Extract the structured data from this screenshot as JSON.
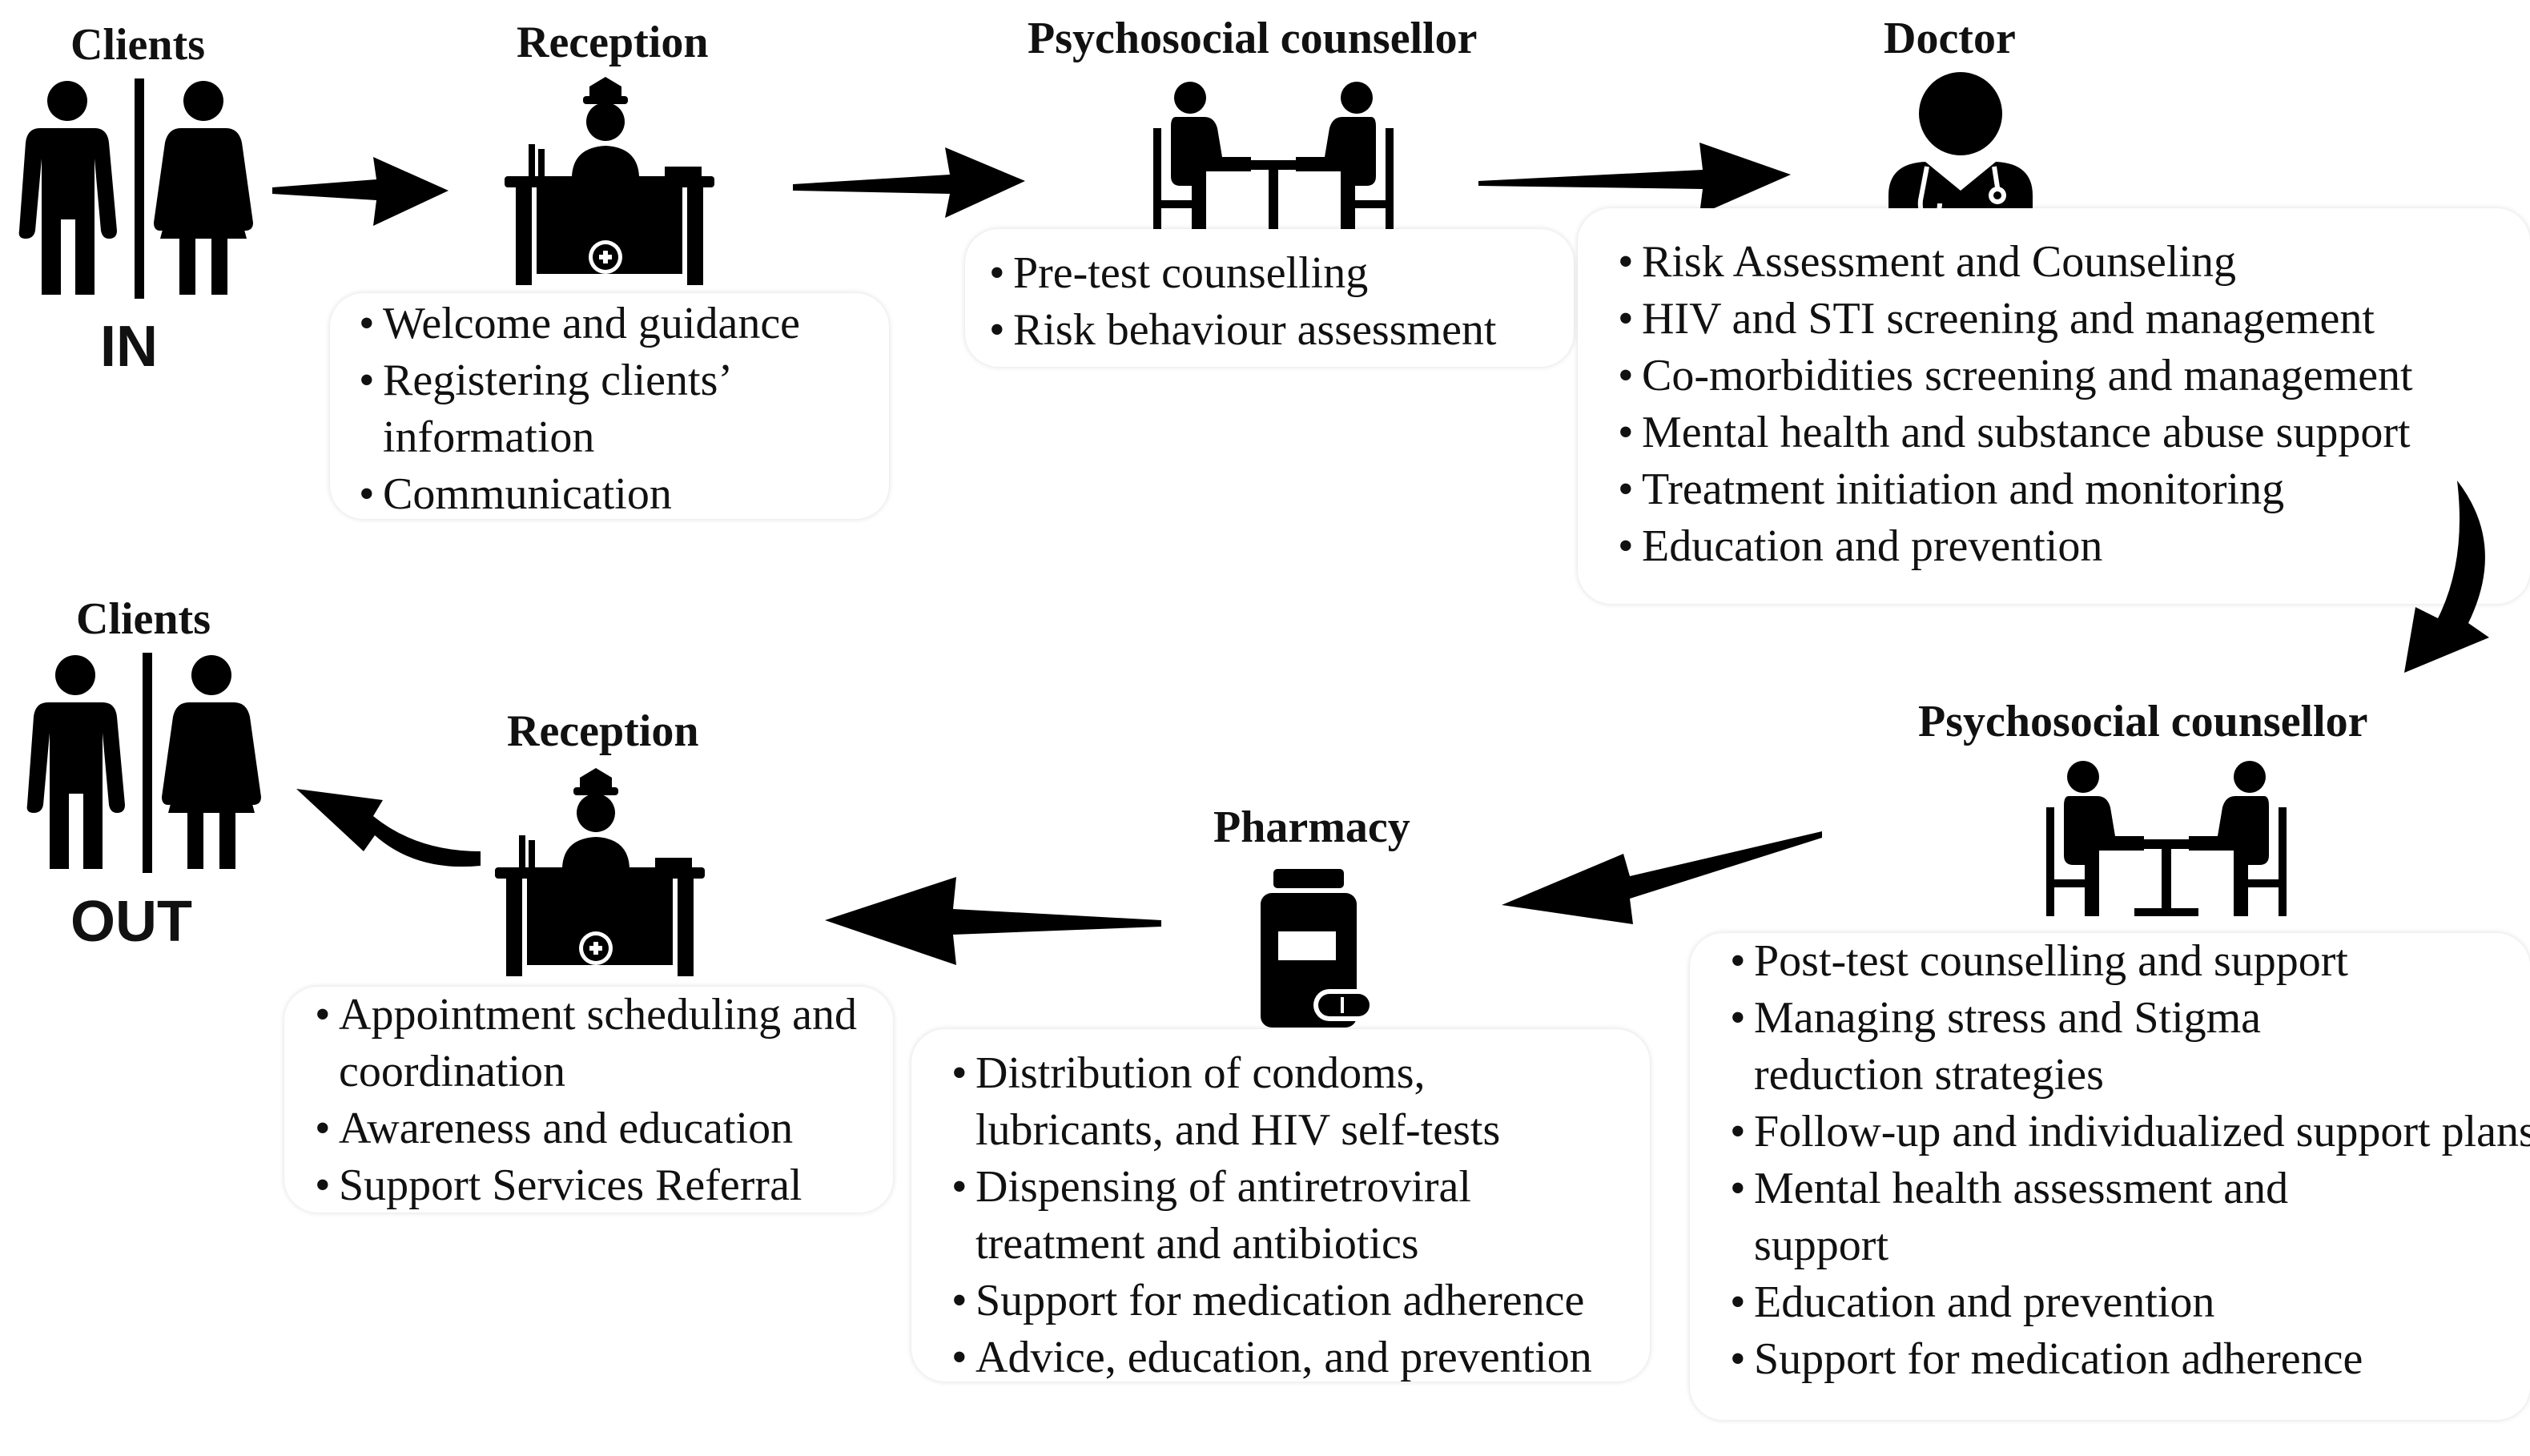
{
  "stages": {
    "clients_in": {
      "title": "Clients",
      "label": "IN"
    },
    "reception_in": {
      "title": "Reception",
      "items": [
        "Welcome and guidance",
        "Registering clients’ information",
        "Communication"
      ]
    },
    "counsellor_pre": {
      "title": "Psychosocial counsellor",
      "items": [
        "Pre-test counselling",
        "Risk behaviour assessment"
      ]
    },
    "doctor": {
      "title": "Doctor",
      "items": [
        "Risk Assessment and Counseling",
        "HIV and STI screening and management",
        "Co-morbidities screening and management",
        "Mental health and substance abuse support",
        "Treatment initiation and monitoring",
        "Education and prevention"
      ]
    },
    "counsellor_post": {
      "title": "Psychosocial counsellor",
      "items": [
        "Post-test counselling and support",
        "Managing stress and Stigma reduction strategies",
        "Follow-up and individualized support plans",
        "Mental health assessment and support",
        "Education and prevention",
        "Support for medication adherence"
      ]
    },
    "pharmacy": {
      "title": "Pharmacy",
      "items": [
        "Distribution of condoms, lubricants, and HIV self-tests",
        "Dispensing of antiretroviral treatment and antibiotics",
        "Support for medication adherence",
        "Advice, education, and prevention"
      ]
    },
    "reception_out": {
      "title": "Reception",
      "items": [
        "Appointment scheduling and coordination",
        "Awareness and education",
        "Support Services Referral"
      ]
    },
    "clients_out": {
      "title": "Clients",
      "label": "OUT"
    }
  },
  "icons": {
    "clients": "man-woman-restroom-icon",
    "reception": "nurse-at-desk-icon",
    "counsellor": "two-people-at-table-icon",
    "doctor": "doctor-stethoscope-icon",
    "pharmacy": "medicine-bottle-pill-icon"
  },
  "colors": {
    "ink": "#000000",
    "text": "#111111",
    "box_bg": "#ffffff"
  }
}
